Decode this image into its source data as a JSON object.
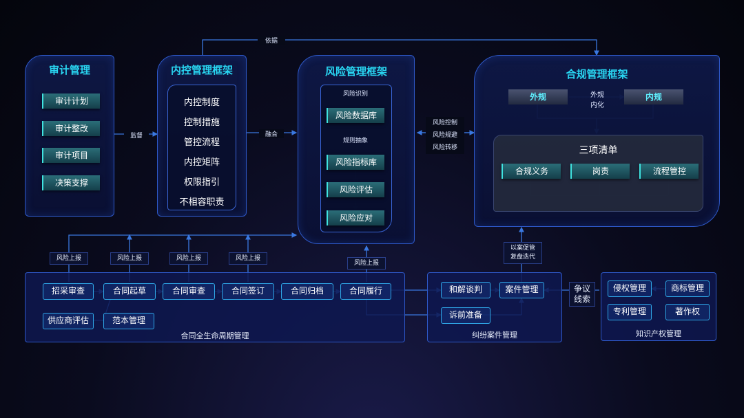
{
  "audit": {
    "title": "审计管理",
    "items": [
      "审计计划",
      "审计整改",
      "审计项目",
      "决策支撑"
    ]
  },
  "internal_control": {
    "title": "内控管理框架",
    "items": [
      "内控制度",
      "控制措施",
      "管控流程",
      "内控矩阵",
      "权限指引",
      "不相容职责"
    ]
  },
  "risk": {
    "title": "风险管理框架",
    "step1_label": "风险识别",
    "db": "风险数据库",
    "step2_label": "规则抽象",
    "index_db": "风险指标库",
    "assess": "风险评估",
    "respond": "风险应对"
  },
  "compliance": {
    "title": "合规管理框架",
    "external": "外规",
    "internalize_line1": "外规",
    "internalize_line2": "内化",
    "internal": "内规",
    "three_lists_title": "三项清单",
    "lists": [
      "合规义务",
      "岗责",
      "流程管控"
    ]
  },
  "connectors": {
    "basis": "依据",
    "supervise": "监督",
    "merge": "融合",
    "risk_control": "风险控制",
    "risk_avoid": "风险规避",
    "risk_transfer": "风险转移",
    "risk_report": "风险上报",
    "case_promote_line1": "以案促管",
    "case_promote_line2": "复盘迭代",
    "dispute_line1": "争议",
    "dispute_line2": "线索"
  },
  "contract": {
    "title": "合同全生命周期管理",
    "procurement": "招采审查",
    "supplier": "供应商评估",
    "draft": "合同起草",
    "template": "范本管理",
    "review": "合同审查",
    "sign": "合同签订",
    "archive": "合同归档",
    "perform": "合同履行"
  },
  "dispute": {
    "title": "纠纷案件管理",
    "mediation": "和解谈判",
    "case": "案件管理",
    "litigation": "诉前准备"
  },
  "ip": {
    "title": "知识产权管理",
    "infringe": "侵权管理",
    "trademark": "商标管理",
    "patent": "专利管理",
    "copyright": "著作权"
  }
}
